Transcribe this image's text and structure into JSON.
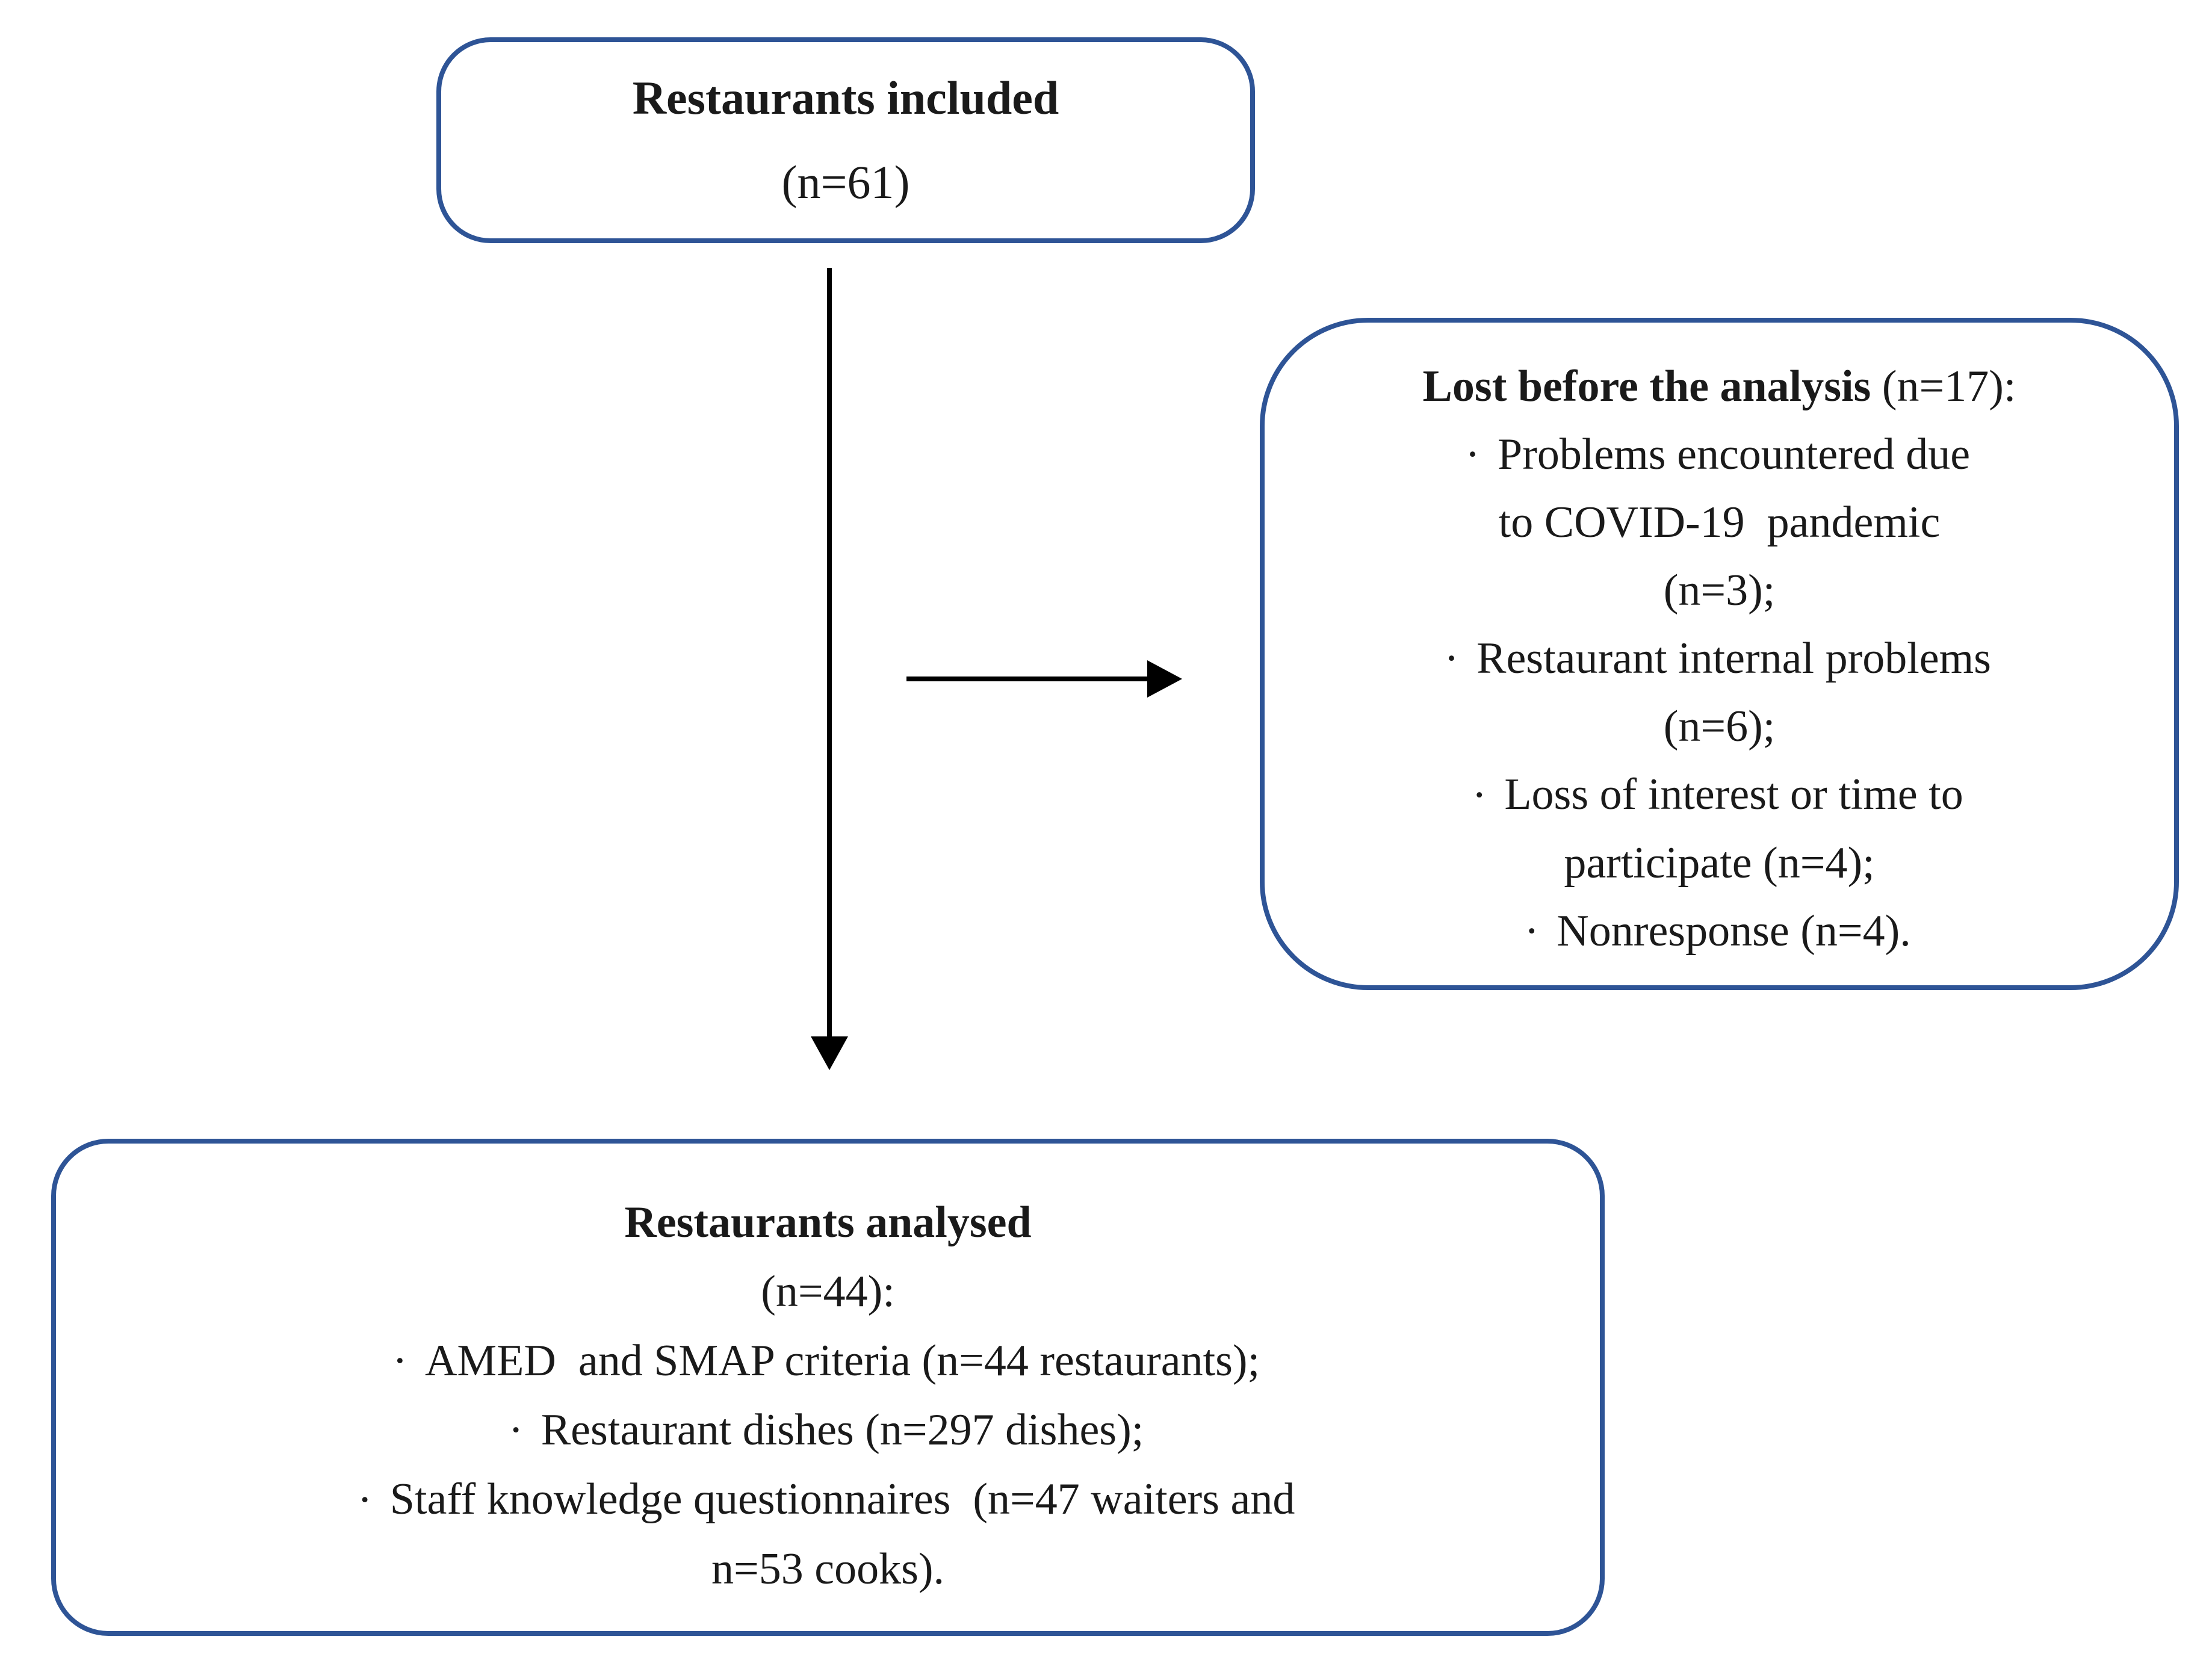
{
  "bullet_char": "•",
  "colors": {
    "box_border": "#2e5496",
    "arrow": "#000000",
    "text": "#1a1a1a",
    "background": "#ffffff"
  },
  "boxes": {
    "included": {
      "title": "Restaurants included",
      "lines": [
        {
          "bullet": false,
          "parts": [
            {
              "text": "Restaurants included",
              "bold": true
            }
          ]
        },
        {
          "bullet": false,
          "parts": [
            {
              "text": "(n=61)"
            }
          ]
        }
      ]
    },
    "lost": {
      "title": "Lost before the analysis",
      "lines": [
        {
          "bullet": false,
          "parts": [
            {
              "text": "Lost before the analysis",
              "bold": true
            },
            {
              "text": " (n=17):"
            }
          ]
        },
        {
          "bullet": true,
          "parts": [
            {
              "text": "Problems encountered due"
            }
          ]
        },
        {
          "bullet": false,
          "parts": [
            {
              "text": "to COVID-19  pandemic"
            }
          ]
        },
        {
          "bullet": false,
          "parts": [
            {
              "text": "(n=3);"
            }
          ]
        },
        {
          "bullet": true,
          "parts": [
            {
              "text": "Restaurant internal problems"
            }
          ]
        },
        {
          "bullet": false,
          "parts": [
            {
              "text": "(n=6);"
            }
          ]
        },
        {
          "bullet": true,
          "parts": [
            {
              "text": "Loss of interest or time to"
            }
          ]
        },
        {
          "bullet": false,
          "parts": [
            {
              "text": "participate (n=4);"
            }
          ]
        },
        {
          "bullet": true,
          "parts": [
            {
              "text": "Nonresponse (n=4)."
            }
          ]
        }
      ]
    },
    "analysed": {
      "title": "Restaurants analysed",
      "lines": [
        {
          "bullet": false,
          "parts": [
            {
              "text": "Restaurants analysed",
              "bold": true
            }
          ]
        },
        {
          "bullet": false,
          "parts": [
            {
              "text": "(n=44):"
            }
          ]
        },
        {
          "bullet": true,
          "parts": [
            {
              "text": "AMED  and SMAP criteria (n=44 restaurants);"
            }
          ]
        },
        {
          "bullet": true,
          "parts": [
            {
              "text": "Restaurant dishes (n=297 dishes);"
            }
          ]
        },
        {
          "bullet": true,
          "parts": [
            {
              "text": "Staff knowledge questionnaires  (n=47 waiters and"
            }
          ]
        },
        {
          "bullet": false,
          "parts": [
            {
              "text": "n=53 cooks)."
            }
          ]
        }
      ]
    }
  }
}
